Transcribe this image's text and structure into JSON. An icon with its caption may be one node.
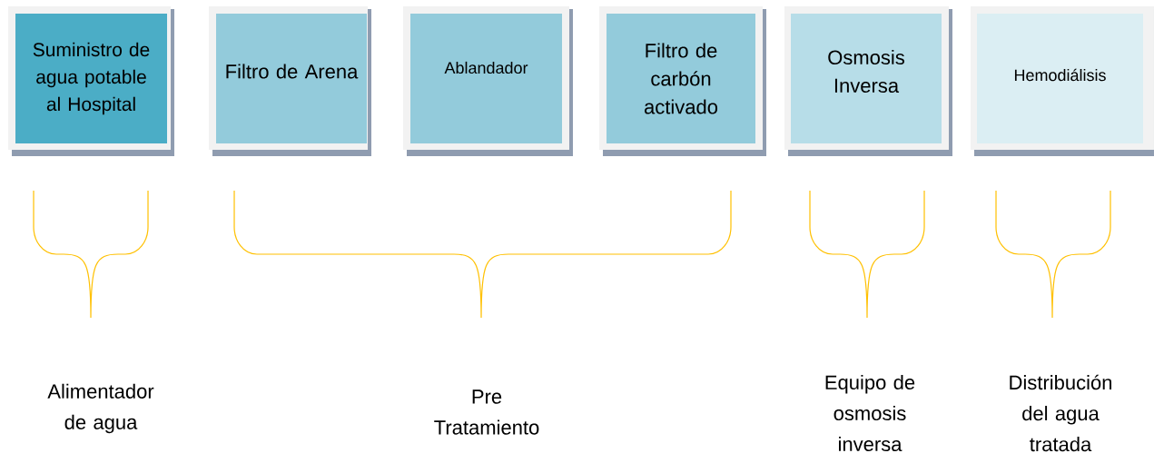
{
  "diagram": {
    "nodes": [
      {
        "text": [
          "Suministro de agua potable al Hospital"
        ]
      },
      {
        "text": [
          "Filtro de Arena"
        ]
      },
      {
        "text": [
          "Ablandador"
        ]
      },
      {
        "text": [
          "Filtro de carbón activado"
        ]
      },
      {
        "text": [
          "Osmosis Inversa"
        ]
      },
      {
        "text": [
          "Hemodiálisis"
        ]
      }
    ],
    "labels": [
      "Alimentador de agua",
      "Pre Tratamiento",
      "Equipo de osmosis inversa",
      "Distribución del agua tratada"
    ]
  }
}
